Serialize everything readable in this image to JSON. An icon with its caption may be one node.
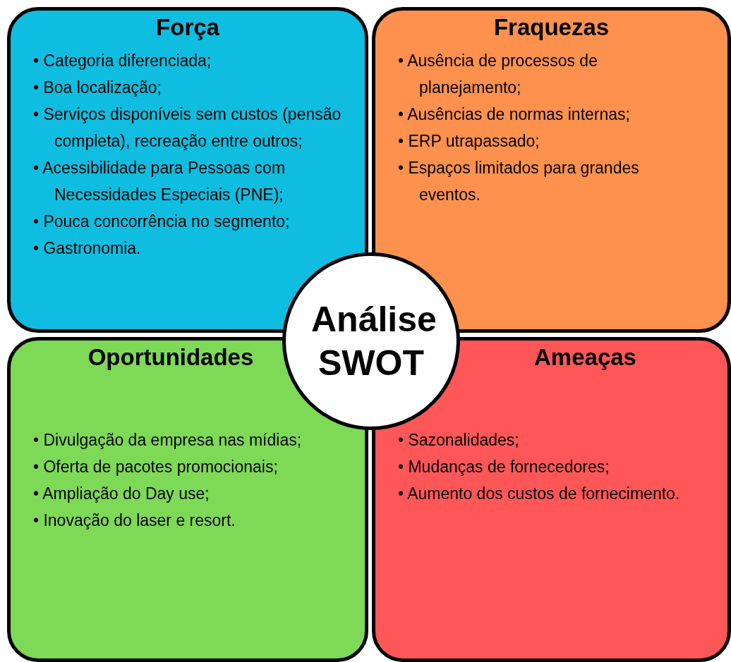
{
  "diagram": {
    "nodes": [
      {
        "text": [
          "Força",
          "• Categoria diferenciada;",
          "• Boa localização;",
          "• Serviços disponíveis sem custos (pensão completa), recreação entre outros;",
          "• Acessibilidade para Pessoas com Necessidades Especiais (PNE);",
          "• Pouca concorrência no segmento;",
          "• Gastronomia."
        ]
      },
      {
        "text": [
          "Fraquezas",
          "• Ausência de processos de planejamento;",
          "• Ausências de normas internas;",
          "• ERP utrapassado;",
          "• Espaços limitados para grandes eventos."
        ]
      },
      {
        "text": [
          "Oportunidades",
          "• Divulgação da empresa nas mídias;",
          "• Oferta de pacotes promocionais;",
          "• Ampliação do Day use;",
          "• Inovação do laser e resort."
        ]
      },
      {
        "text": [
          "Ameaças",
          "• Sazonalidades;",
          "• Mudanças de fornecedores;",
          "• Aumento dos custos de fornecimento."
        ]
      },
      {
        "text": [
          "Análise SWOT"
        ]
      }
    ]
  }
}
